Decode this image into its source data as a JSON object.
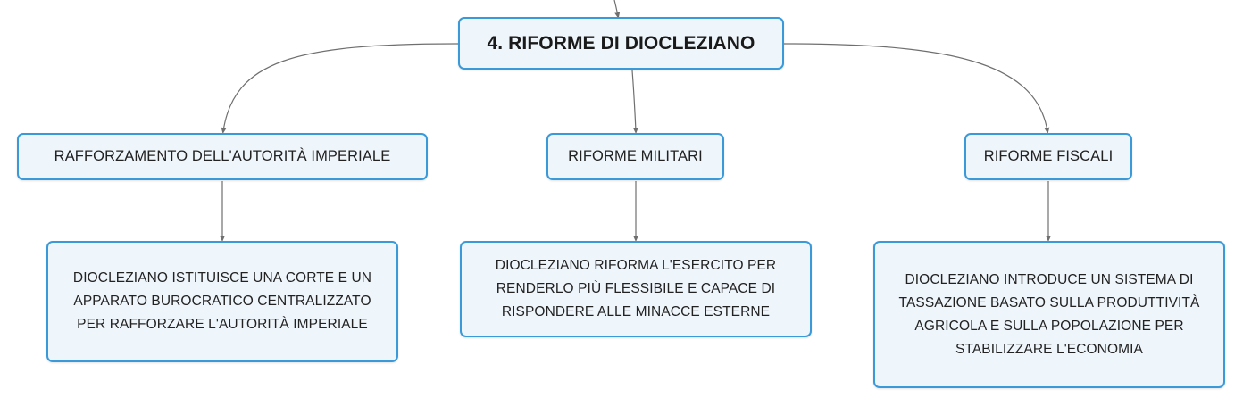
{
  "root": {
    "title": "4. RIFORME DI DIOCLEZIANO"
  },
  "branches": [
    {
      "label": "RAFFORZAMENTO DELL'AUTORITÀ IMPERIALE",
      "detail": "DIOCLEZIANO ISTITUISCE UNA CORTE E UN APPARATO BUROCRATICO CENTRALIZZATO PER RAFFORZARE L'AUTORITÀ IMPERIALE"
    },
    {
      "label": "RIFORME MILITARI",
      "detail": "DIOCLEZIANO RIFORMA L'ESERCITO PER RENDERLO PIÙ FLESSIBILE E CAPACE DI RISPONDERE ALLE MINACCE ESTERNE"
    },
    {
      "label": "RIFORME FISCALI",
      "detail": "DIOCLEZIANO INTRODUCE UN SISTEMA DI TASSAZIONE BASATO SULLA PRODUTTIVITÀ AGRICOLA E SULLA POPOLAZIONE PER STABILIZZARE L'ECONOMIA"
    }
  ],
  "colors": {
    "node_border": "#3a9ad9",
    "node_fill": "#eef5fb",
    "connector": "#6f6f6f"
  }
}
